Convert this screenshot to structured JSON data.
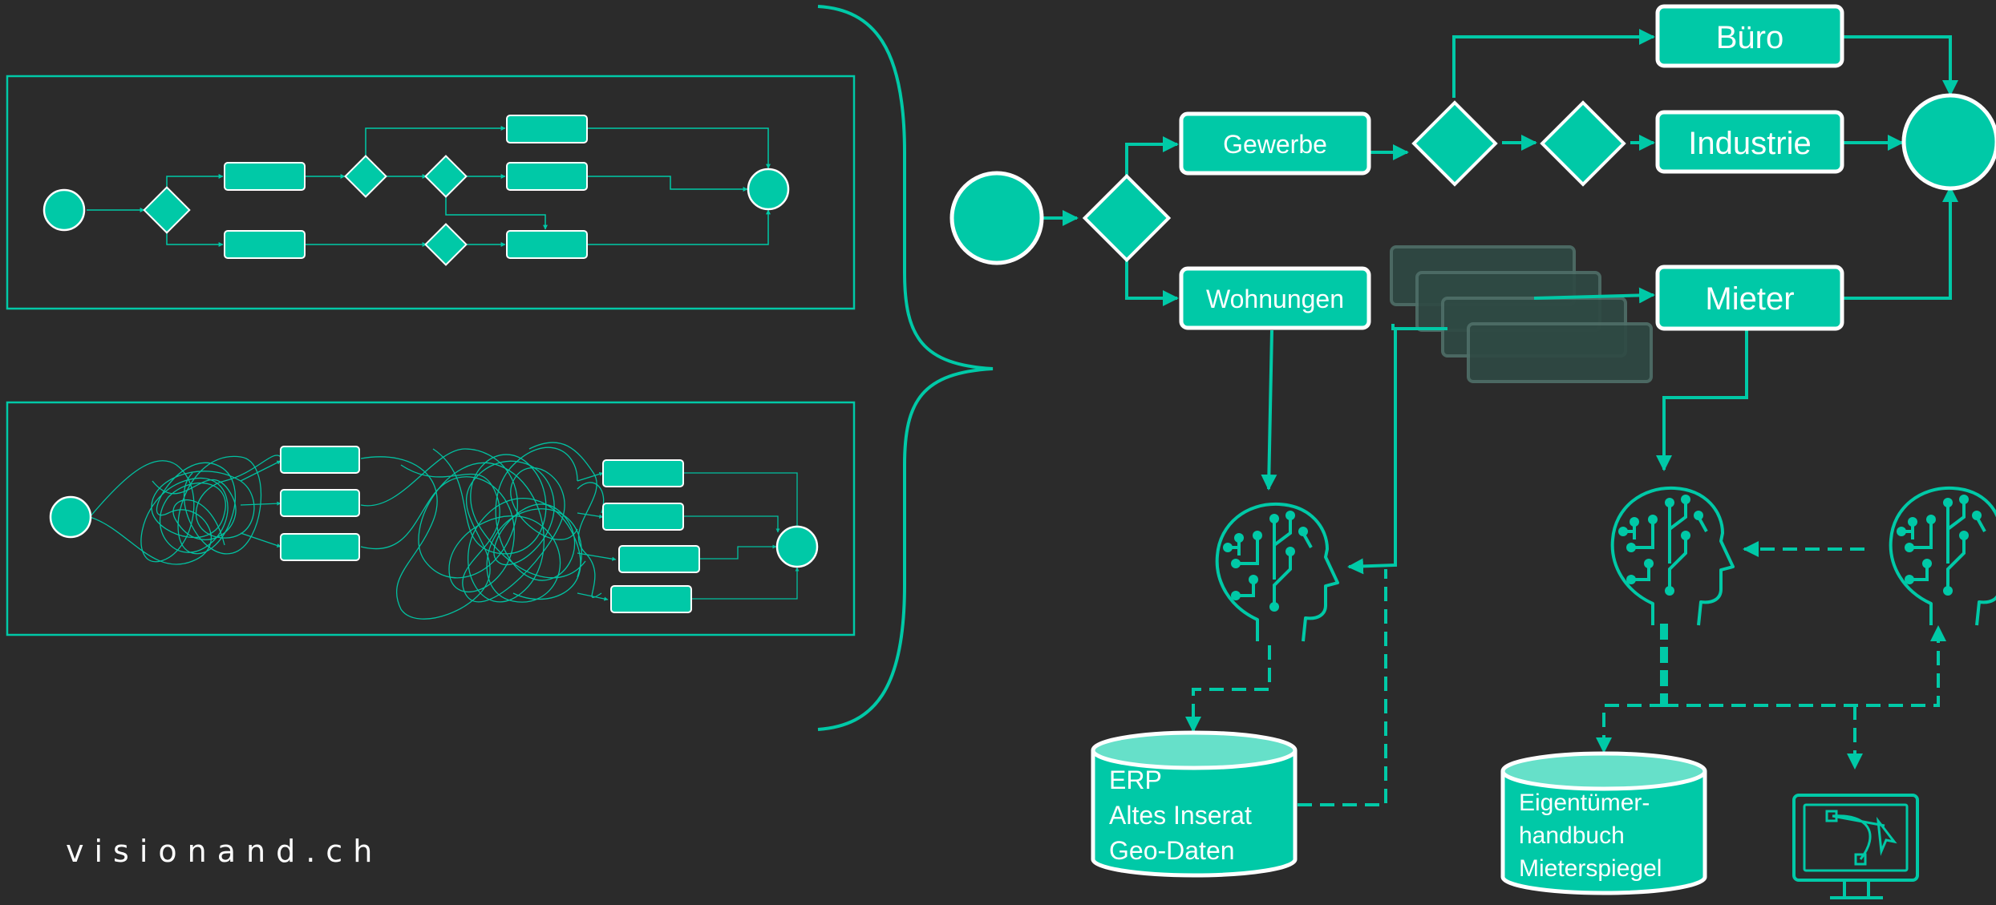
{
  "brand": "visionand.ch",
  "colors": {
    "accent": "#00c9a7",
    "background": "#2b2b2b",
    "outline": "#ffffff",
    "ghost": "#2f4a44"
  },
  "nodes": {
    "gewerbe": "Gewerbe",
    "wohnungen": "Wohnungen",
    "buero": "Büro",
    "industrie": "Industrie",
    "mieter": "Mieter"
  },
  "databases": {
    "erp": [
      "ERP",
      "Altes Inserat",
      "Geo-Daten"
    ],
    "owner": [
      "Eigentümer-",
      "handbuch",
      "Mieterspiegel"
    ]
  },
  "icons": [
    "ai-head-icon",
    "ai-head-icon",
    "ai-head-icon",
    "monitor-bezier-icon"
  ]
}
